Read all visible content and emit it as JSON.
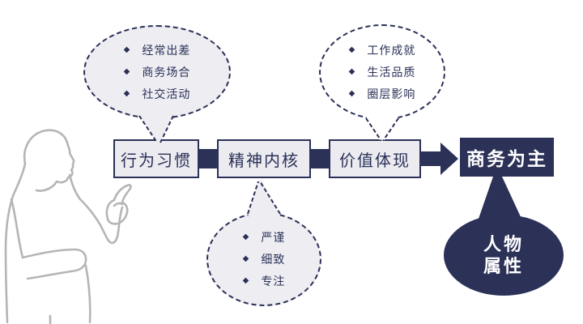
{
  "colors": {
    "navy": "#2b3157",
    "box_fill": "#ebebf0",
    "bubble_fill_gray": "#ededf2",
    "bubble_fill_white": "#ffffff",
    "text_on_dark": "#ffffff",
    "sketch_gray": "#b5b5b5"
  },
  "icons": {
    "bullet": "◆"
  },
  "flow": {
    "steps": [
      {
        "label": "行为习惯"
      },
      {
        "label": "精神内核"
      },
      {
        "label": "价值体现"
      }
    ],
    "result_label": "商务为主"
  },
  "bubbles": {
    "behavior": {
      "items": [
        "经常出差",
        "商务场合",
        "社交活动"
      ]
    },
    "value": {
      "items": [
        "工作成就",
        "生活品质",
        "圈层影响"
      ]
    },
    "spirit": {
      "items": [
        "严谨",
        "细致",
        "专注"
      ]
    }
  },
  "badge": {
    "line1": "人物",
    "line2": "属性"
  }
}
